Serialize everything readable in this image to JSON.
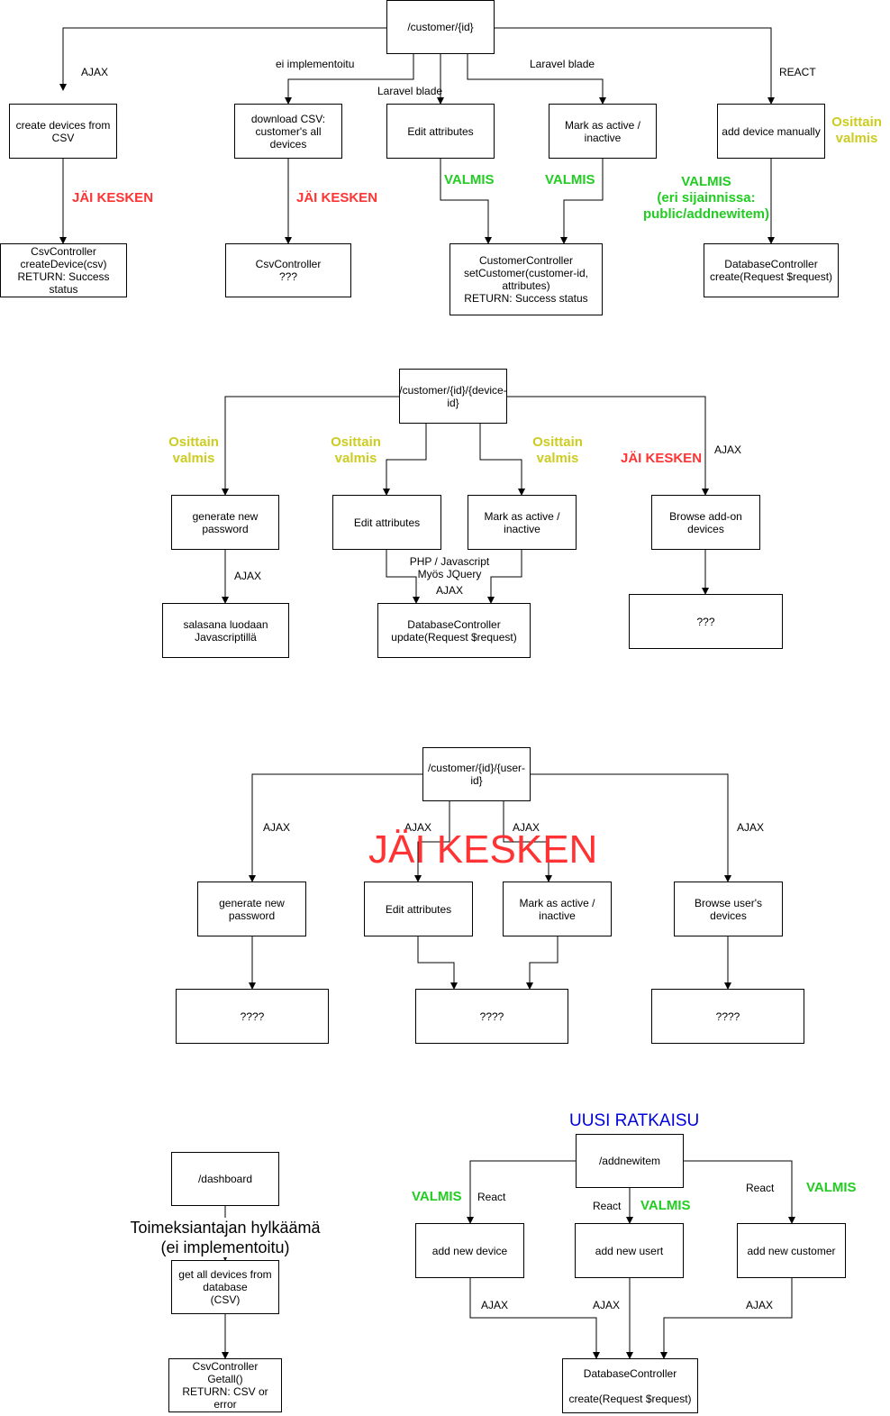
{
  "section1": {
    "root": "/customer/{id}",
    "nodes": {
      "create_csv": "create devices from\nCSV",
      "download_csv": "download CSV:\ncustomer's all devices",
      "edit_attrs": "Edit attributes",
      "mark_active": "Mark as active /\ninactive",
      "add_manual": "add device manually",
      "csv_create": "CsvController\ncreateDevice(csv)\nRETURN: Success status",
      "csv_unknown": "CsvController\n???",
      "customer_ctrl": "CustomerController\nsetCustomer(customer-id,\nattributes)\nRETURN: Success status",
      "db_create": "DatabaseController\ncreate(Request $request)"
    },
    "edge_labels": {
      "ajax": "AJAX",
      "not_impl": "ei implementoitu",
      "blade_left": "Laravel blade",
      "blade_right": "Laravel blade",
      "react": "REACT"
    },
    "status": {
      "create_csv": "JÄI KESKEN",
      "download_csv": "JÄI KESKEN",
      "edit_attrs": "VALMIS",
      "mark_active": "VALMIS",
      "add_manual_side": "Osittain\nvalmis",
      "add_manual_done": "VALMIS\n(eri sijainnissa:\npublic/addnewitem)"
    }
  },
  "section2": {
    "root": "/customer/{id}/{device-\nid}",
    "nodes": {
      "gen_pw": "generate new\npassword",
      "edit_attrs": "Edit attributes",
      "mark_active": "Mark as active /\ninactive",
      "browse_addon": "Browse add-on\ndevices",
      "pw_js": "salasana luodaan\nJavascriptillä",
      "db_update": "DatabaseController\nupdate(Request $request)",
      "unknown": "???"
    },
    "edge_labels": {
      "ajax_browse": "AJAX",
      "ajax_pw": "AJAX",
      "php_js": "PHP / Javascript\nMyös JQuery",
      "ajax_update": "AJAX"
    },
    "status": {
      "gen_pw": "Osittain\nvalmis",
      "edit_attrs": "Osittain\nvalmis",
      "mark_active": "Osittain\nvalmis",
      "browse_addon": "JÄI KESKEN"
    }
  },
  "section3": {
    "root": "/customer/{id}/{user-\nid}",
    "nodes": {
      "gen_pw": "generate new\npassword",
      "edit_attrs": "Edit attributes",
      "mark_active": "Mark as active /\ninactive",
      "browse_user": "Browse user's\ndevices",
      "q1": "????",
      "q2": "????",
      "q3": "????"
    },
    "edge_labels": {
      "ajax1": "AJAX",
      "ajax2": "AJAX",
      "ajax3": "AJAX",
      "ajax4": "AJAX"
    },
    "overlay": "JÄI KESKEN"
  },
  "section4": {
    "root": "/dashboard",
    "rejected": "Toimeksiantajan hylkäämä\n(ei implementoitu)",
    "nodes": {
      "get_all": "get all devices from\ndatabase\n(CSV)",
      "csv_getall": "CsvController\nGetall()\nRETURN: CSV or error"
    }
  },
  "section5": {
    "title": "UUSI RATKAISU",
    "root": "/addnewitem",
    "nodes": {
      "add_device": "add new device",
      "add_user": "add new usert",
      "add_customer": "add new customer",
      "db_create": "DatabaseController\n\ncreate(Request $request)"
    },
    "edge_labels": {
      "react1": "React",
      "react2": "React",
      "react3": "React",
      "ajax1": "AJAX",
      "ajax2": "AJAX",
      "ajax3": "AJAX"
    },
    "status": {
      "add_device": "VALMIS",
      "add_user": "VALMIS",
      "add_customer": "VALMIS"
    }
  }
}
